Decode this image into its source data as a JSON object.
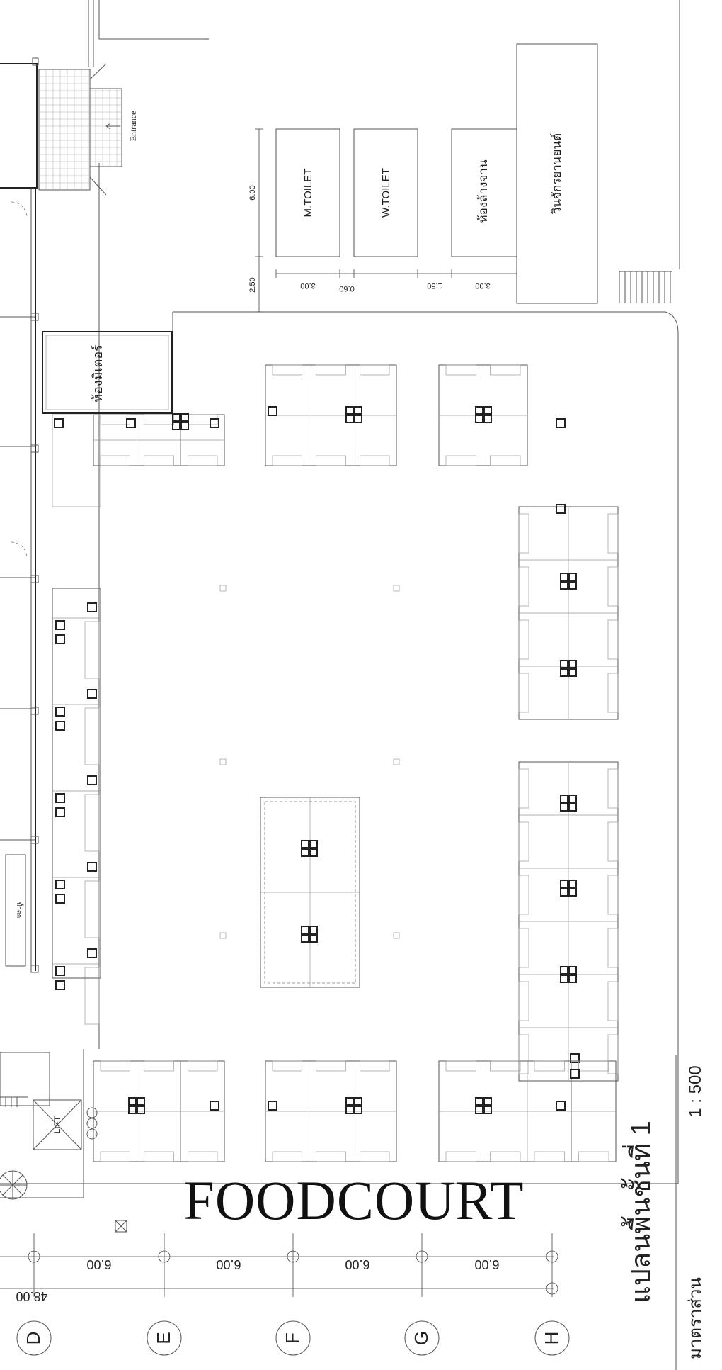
{
  "plan": {
    "title": "FOODCOURT",
    "plan_name": "แปลนพื้นชั้นที่ 1",
    "scale_label": "มาตราส่วน",
    "scale_value": "1 : 500"
  },
  "rooms": {
    "entrance": "Entrance",
    "m_toilet": "M.TOILET",
    "w_toilet": "W.TOILET",
    "dish_room": "ห้องล้างจาน",
    "motorcycle": "วินจักรยานยนต์",
    "meter_room": "ห้องมิเตอร์",
    "lift": "LIFT",
    "waterfall": "น้ำตก"
  },
  "dimensions": {
    "toilet_depth": "6.00",
    "corridor": "2.50",
    "m_toilet_width": "3.00",
    "gap_a": "0.60",
    "gap_b": "1.50",
    "dish_width": "3.00",
    "bays": [
      "6.00",
      "6.00",
      "6.00",
      "6.00"
    ],
    "total": "48.00"
  },
  "grid": {
    "axes": [
      "D",
      "E",
      "F",
      "G",
      "H"
    ]
  }
}
